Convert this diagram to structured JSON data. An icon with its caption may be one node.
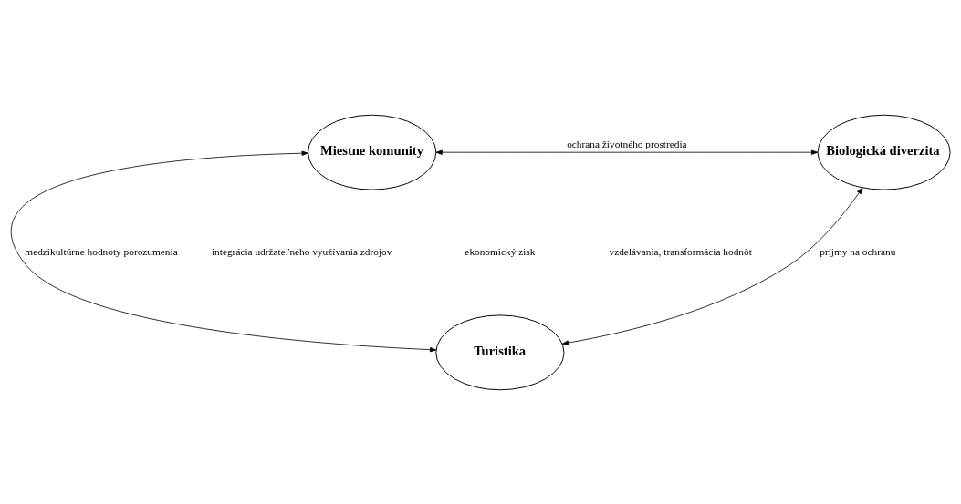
{
  "diagram": {
    "nodes": [
      {
        "text": [
          "Miestne komunity"
        ]
      },
      {
        "text": [
          "Biologická diverzita"
        ]
      },
      {
        "text": [
          "Turistika"
        ]
      }
    ],
    "edges": [
      {
        "from": 0,
        "to": 1,
        "arrow": "both",
        "label": "ochrana životného prostredia"
      },
      {
        "from": 0,
        "to": 2,
        "arrow": "both",
        "label": "medzikultúrne hodnoty porozumenia"
      },
      {
        "from": 1,
        "to": 2,
        "arrow": "both",
        "label": "príjmy na ochranu"
      }
    ],
    "labels": [
      "integrácia udržateľného využívania zdrojov",
      "ekonomický zisk",
      "vzdelávania, transformácia hodnôt"
    ]
  }
}
